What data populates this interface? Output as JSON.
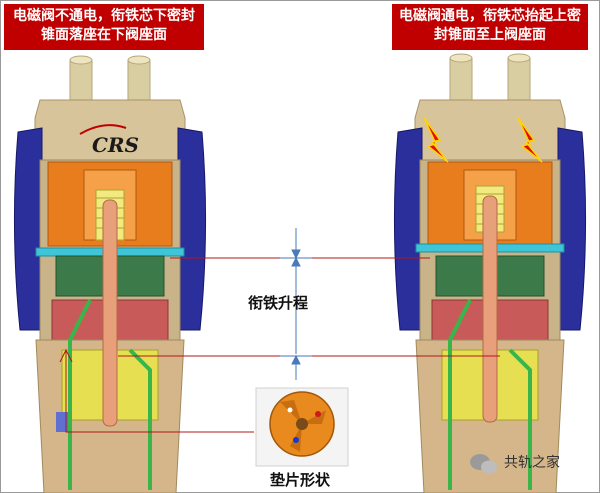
{
  "captions": {
    "left": "电磁阀不通电，衔铁芯下密封锥面落座在下阀座面",
    "right": "电磁阀通电，衔铁芯抬起上密封锥面至上阀座面"
  },
  "labels": {
    "armature_lift": "衔铁升程",
    "washer_shape": "垫片形状"
  },
  "logo_text": "CRS",
  "watermark": "共轨之家",
  "colors": {
    "caption_bg": "#c00000",
    "body_tan": "#d8c49a",
    "coil_orange": "#e87d1e",
    "blue_cap": "#2a2f9c",
    "green": "#3c7a4a",
    "red_block": "#c85a5a",
    "cyan_plate": "#3fc5d8",
    "pin": "#e7a07a",
    "yellow": "#e6df52"
  }
}
